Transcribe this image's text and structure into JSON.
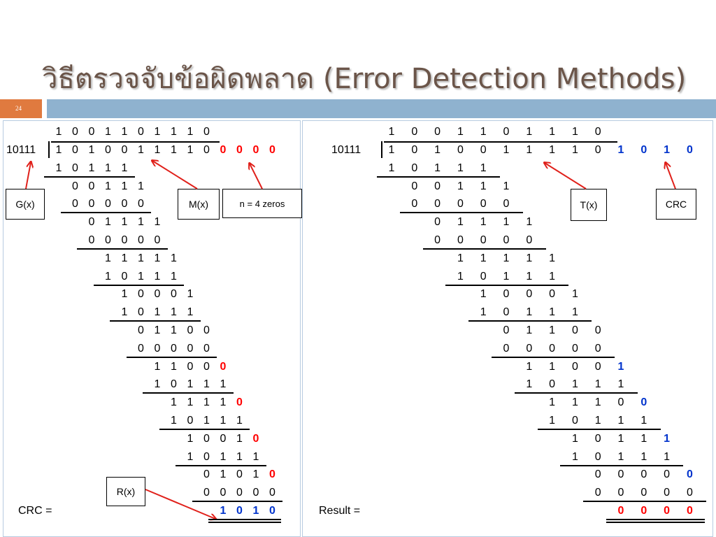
{
  "slide": {
    "title": "วิธีตรวจจับข้อผิดพลาด (Error Detection Methods)",
    "page_number": "24"
  },
  "colors": {
    "title": "#6b5549",
    "number_bar": "#e07a3f",
    "header_bar": "#8fb2cf",
    "zero_appended": "#ff0000",
    "crc_bits": "#0033cc",
    "arrow": "#e0201a"
  },
  "left": {
    "divisor": "10111",
    "quotient": [
      "1",
      "0",
      "0",
      "1",
      "1",
      "0",
      "1",
      "1",
      "1",
      "0"
    ],
    "dividend": [
      "1",
      "0",
      "1",
      "0",
      "0",
      "1",
      "1",
      "1",
      "1",
      "0",
      "0",
      "0",
      "0",
      "0"
    ],
    "rows": [
      {
        "start": 0,
        "bits": [
          "1",
          "0",
          "1",
          "1",
          "1"
        ],
        "underline": true
      },
      {
        "start": 1,
        "bits": [
          "0",
          "0",
          "1",
          "1",
          "1"
        ],
        "underline": false
      },
      {
        "start": 1,
        "bits": [
          "0",
          "0",
          "0",
          "0",
          "0"
        ],
        "underline": true
      },
      {
        "start": 2,
        "bits": [
          "0",
          "1",
          "1",
          "1",
          "1"
        ],
        "underline": false
      },
      {
        "start": 2,
        "bits": [
          "0",
          "0",
          "0",
          "0",
          "0"
        ],
        "underline": true
      },
      {
        "start": 3,
        "bits": [
          "1",
          "1",
          "1",
          "1",
          "1"
        ],
        "underline": false
      },
      {
        "start": 3,
        "bits": [
          "1",
          "0",
          "1",
          "1",
          "1"
        ],
        "underline": true
      },
      {
        "start": 4,
        "bits": [
          "1",
          "0",
          "0",
          "0",
          "1"
        ],
        "underline": false
      },
      {
        "start": 4,
        "bits": [
          "1",
          "0",
          "1",
          "1",
          "1"
        ],
        "underline": true
      },
      {
        "start": 5,
        "bits": [
          "0",
          "1",
          "1",
          "0",
          "0"
        ],
        "underline": false
      },
      {
        "start": 5,
        "bits": [
          "0",
          "0",
          "0",
          "0",
          "0"
        ],
        "underline": true
      },
      {
        "start": 6,
        "bits": [
          "1",
          "1",
          "0",
          "0",
          "0"
        ],
        "underline": false
      },
      {
        "start": 6,
        "bits": [
          "1",
          "0",
          "1",
          "1",
          "1"
        ],
        "underline": true
      },
      {
        "start": 7,
        "bits": [
          "1",
          "1",
          "1",
          "1",
          "0"
        ],
        "underline": false
      },
      {
        "start": 7,
        "bits": [
          "1",
          "0",
          "1",
          "1",
          "1"
        ],
        "underline": true
      },
      {
        "start": 8,
        "bits": [
          "1",
          "0",
          "0",
          "1",
          "0"
        ],
        "underline": false
      },
      {
        "start": 8,
        "bits": [
          "1",
          "0",
          "1",
          "1",
          "1"
        ],
        "underline": true
      },
      {
        "start": 9,
        "bits": [
          "0",
          "1",
          "0",
          "1",
          "0"
        ],
        "underline": false
      },
      {
        "start": 9,
        "bits": [
          "0",
          "0",
          "0",
          "0",
          "0"
        ],
        "underline": true
      }
    ],
    "result_label": "CRC =",
    "result_bits": [
      "1",
      "0",
      "1",
      "0"
    ],
    "labels": {
      "g": "G(x)",
      "m": "M(x)",
      "n": "n = 4 zeros",
      "r": "R(x)"
    }
  },
  "right": {
    "divisor": "10111",
    "quotient": [
      "1",
      "0",
      "0",
      "1",
      "1",
      "0",
      "1",
      "1",
      "1",
      "0"
    ],
    "dividend": [
      "1",
      "0",
      "1",
      "0",
      "0",
      "1",
      "1",
      "1",
      "1",
      "0",
      "1",
      "0",
      "1",
      "0"
    ],
    "rows": [
      {
        "start": 0,
        "bits": [
          "1",
          "0",
          "1",
          "1",
          "1"
        ],
        "underline": true
      },
      {
        "start": 1,
        "bits": [
          "0",
          "0",
          "1",
          "1",
          "1"
        ],
        "underline": false
      },
      {
        "start": 1,
        "bits": [
          "0",
          "0",
          "0",
          "0",
          "0"
        ],
        "underline": true
      },
      {
        "start": 2,
        "bits": [
          "0",
          "1",
          "1",
          "1",
          "1"
        ],
        "underline": false
      },
      {
        "start": 2,
        "bits": [
          "0",
          "0",
          "0",
          "0",
          "0"
        ],
        "underline": true
      },
      {
        "start": 3,
        "bits": [
          "1",
          "1",
          "1",
          "1",
          "1"
        ],
        "underline": false
      },
      {
        "start": 3,
        "bits": [
          "1",
          "0",
          "1",
          "1",
          "1"
        ],
        "underline": true
      },
      {
        "start": 4,
        "bits": [
          "1",
          "0",
          "0",
          "0",
          "1"
        ],
        "underline": false
      },
      {
        "start": 4,
        "bits": [
          "1",
          "0",
          "1",
          "1",
          "1"
        ],
        "underline": true
      },
      {
        "start": 5,
        "bits": [
          "0",
          "1",
          "1",
          "0",
          "0"
        ],
        "underline": false
      },
      {
        "start": 5,
        "bits": [
          "0",
          "0",
          "0",
          "0",
          "0"
        ],
        "underline": true
      },
      {
        "start": 6,
        "bits": [
          "1",
          "1",
          "0",
          "0",
          "1"
        ],
        "underline": false
      },
      {
        "start": 6,
        "bits": [
          "1",
          "0",
          "1",
          "1",
          "1"
        ],
        "underline": true
      },
      {
        "start": 7,
        "bits": [
          "1",
          "1",
          "1",
          "0",
          "0"
        ],
        "underline": false
      },
      {
        "start": 7,
        "bits": [
          "1",
          "0",
          "1",
          "1",
          "1"
        ],
        "underline": true
      },
      {
        "start": 8,
        "bits": [
          "1",
          "0",
          "1",
          "1",
          "1"
        ],
        "underline": false
      },
      {
        "start": 8,
        "bits": [
          "1",
          "0",
          "1",
          "1",
          "1"
        ],
        "underline": true
      },
      {
        "start": 9,
        "bits": [
          "0",
          "0",
          "0",
          "0",
          "0"
        ],
        "underline": false
      },
      {
        "start": 9,
        "bits": [
          "0",
          "0",
          "0",
          "0",
          "0"
        ],
        "underline": true
      }
    ],
    "result_label": "Result =",
    "result_bits": [
      "0",
      "0",
      "0",
      "0"
    ],
    "labels": {
      "t": "T(x)",
      "crc": "CRC"
    }
  }
}
